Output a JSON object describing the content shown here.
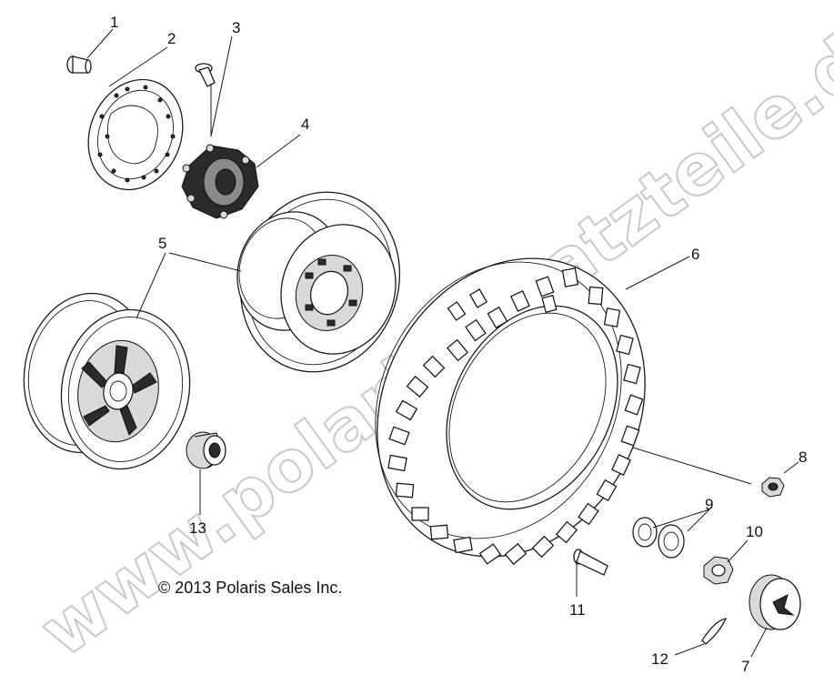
{
  "copyright": "© 2013 Polaris Sales Inc.",
  "watermark": "www.polarisersatzteile.de",
  "callouts": [
    "1",
    "2",
    "3",
    "4",
    "5",
    "6",
    "7",
    "8",
    "9",
    "10",
    "11",
    "12",
    "13"
  ]
}
